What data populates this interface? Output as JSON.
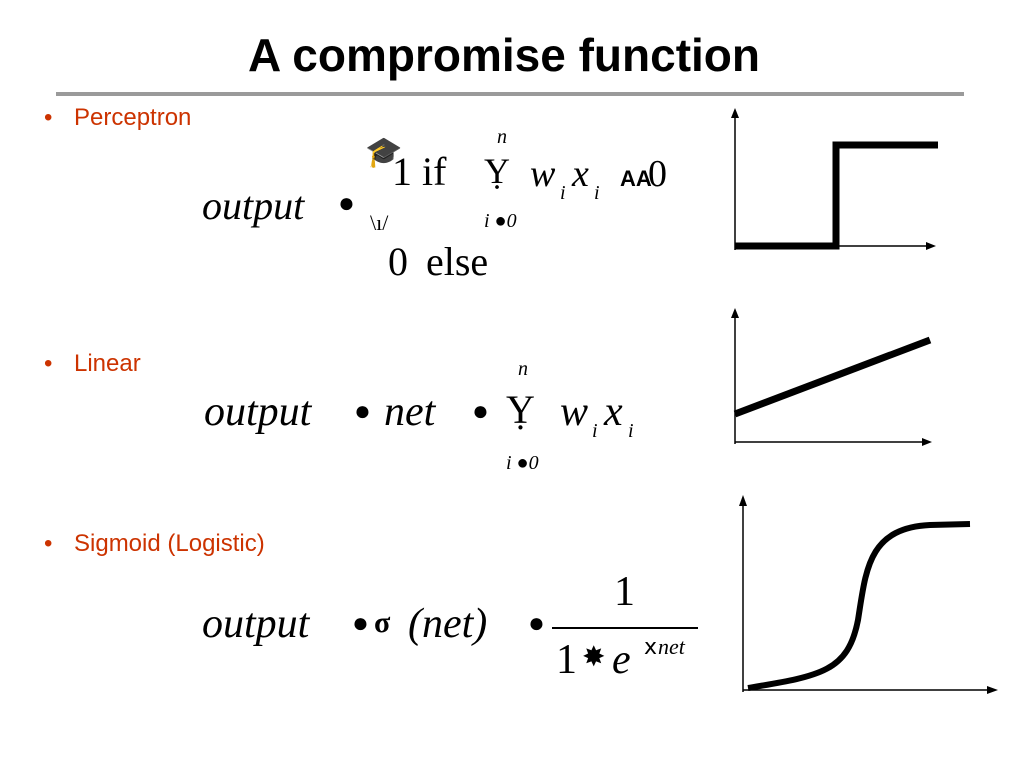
{
  "slide": {
    "title": "A compromise function"
  },
  "bullets": [
    {
      "label": "Perceptron"
    },
    {
      "label": "Linear"
    },
    {
      "label": "Sigmoid (Logistic)"
    }
  ],
  "bullet_glyph": "•",
  "formulas": {
    "perceptron": {
      "lhs": "output",
      "eq": "●",
      "case1_value": "1",
      "case1_cond": "if",
      "sum_upper": "n",
      "sum_lower": "i ●0",
      "term": "wixi",
      "term_w": "w",
      "term_i1": "i",
      "term_x": "x",
      "term_i2": "i",
      "cmp": "AA",
      "rhs_zero": "0",
      "case2_value": "0",
      "case2_cond": "else"
    },
    "linear": {
      "lhs": "output",
      "eq1": "●",
      "net": "net",
      "eq2": "●",
      "sum_upper": "n",
      "sum_lower": "i ●0",
      "term_w": "w",
      "term_i1": "i",
      "term_x": "x",
      "term_i2": "i"
    },
    "sigmoid": {
      "lhs": "output",
      "eq1": "●",
      "sigma": "(net)",
      "eq2": "●",
      "numerator": "1",
      "denominator_one": "1",
      "denominator_e": "e",
      "exponent": "net"
    }
  },
  "graphs": [
    {
      "name": "step",
      "shape": "step"
    },
    {
      "name": "linear",
      "shape": "line"
    },
    {
      "name": "sigmoid",
      "shape": "s-curve"
    }
  ],
  "colors": {
    "bullet_text": "#cc3300",
    "rule": "#9a9a9a",
    "ink": "#000000"
  }
}
